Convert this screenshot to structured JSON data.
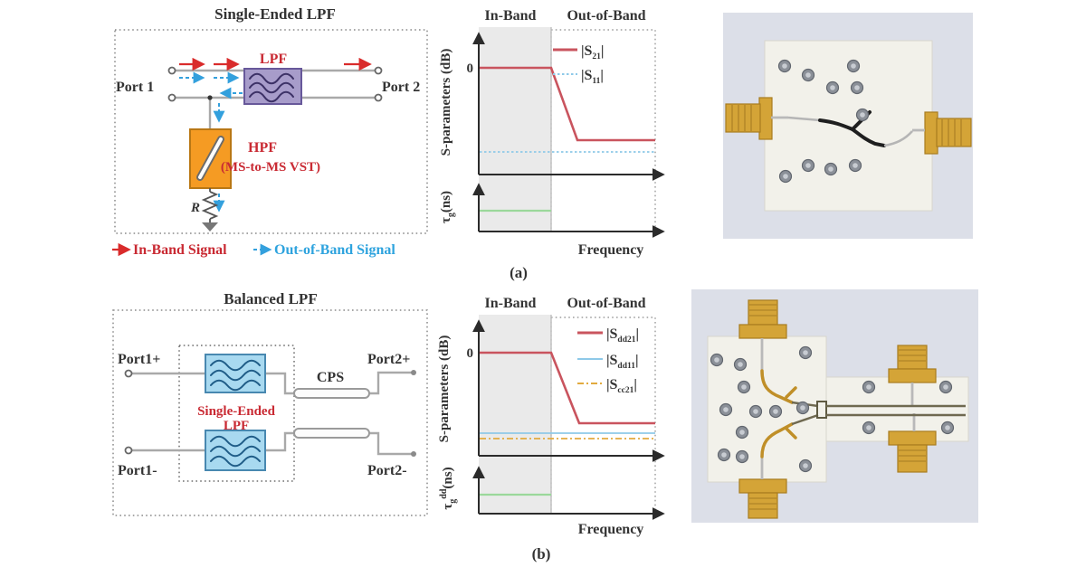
{
  "palette": {
    "accent_red": "#c92a33",
    "line_red": "#c9545e",
    "accent_blue": "#2ea3de",
    "line_blue_light": "#8ec9e8",
    "line_green": "#9bd89b",
    "line_orange": "#e2aa3e",
    "lpf_purple_fill": "#a79cca",
    "lpf_purple_border": "#67589a",
    "lpf_blue_fill": "#a8d9f0",
    "lpf_blue_border": "#4888b0",
    "hpf_orange_fill": "#f59b23",
    "hpf_orange_border": "#b97714",
    "inband_shade": "#eaeaea",
    "pcb_white": "#f2f1ea",
    "connector_gold": "#d4a437",
    "photo_backdrop": "#dcdfe8"
  },
  "panel_a": {
    "diagram": {
      "title": "Single-Ended LPF",
      "port1": "Port 1",
      "port2": "Port 2",
      "lpf_label": "LPF",
      "hpf_label": "HPF",
      "hpf_note": "(MS-to-MS VST)",
      "resistor_label": "R",
      "inband_legend": "In-Band Signal",
      "outband_legend": "Out-of-Band Signal"
    },
    "graph": {
      "region_inband": "In-Band",
      "region_outband": "Out-of-Band",
      "ylabel_s": "S-parameters (dB)",
      "tau_base": "τ",
      "tau_sub": "g",
      "tau_unit": "(ns)",
      "tick_zero": "0",
      "xlabel": "Frequency",
      "legend": [
        {
          "pre": "|S",
          "sub": "21",
          "post": "|"
        },
        {
          "pre": "|S",
          "sub": "11",
          "post": "|"
        }
      ]
    },
    "caption": "(a)",
    "photo": {
      "screws": [
        [
          72,
          61
        ],
        [
          98,
          71
        ],
        [
          125,
          85
        ],
        [
          152,
          85
        ],
        [
          148,
          61
        ],
        [
          158,
          115
        ],
        [
          98,
          171
        ],
        [
          123,
          175
        ],
        [
          150,
          171
        ],
        [
          73,
          183
        ]
      ]
    }
  },
  "panel_b": {
    "diagram": {
      "title": "Balanced LPF",
      "port1_plus": "Port1+",
      "port1_minus": "Port1-",
      "port2_plus": "Port2+",
      "port2_minus": "Port2-",
      "inner_line1": "Single-Ended",
      "inner_line2": "LPF",
      "cps_label": "CPS"
    },
    "graph": {
      "region_inband": "In-Band",
      "region_outband": "Out-of-Band",
      "ylabel_s": "S-parameters (dB)",
      "tau_base": "τ",
      "tau_sub": "g",
      "tau_sup": "dd",
      "tau_unit": "(ns)",
      "tick_zero": "0",
      "xlabel": "Frequency",
      "legend": [
        {
          "pre": "|S",
          "sub": "dd21",
          "post": "|"
        },
        {
          "pre": "|S",
          "sub": "dd11",
          "post": "|"
        },
        {
          "pre": "|S",
          "sub": "cc21",
          "post": "|"
        }
      ]
    },
    "caption": "(b)",
    "photo": {
      "screws": [
        [
          34,
          80
        ],
        [
          60,
          85
        ],
        [
          64,
          110
        ],
        [
          44,
          135
        ],
        [
          77,
          137
        ],
        [
          99,
          137
        ],
        [
          129,
          133
        ],
        [
          62,
          160
        ],
        [
          42,
          185
        ],
        [
          62,
          187
        ],
        [
          132,
          72
        ],
        [
          132,
          197
        ],
        [
          202,
          110
        ],
        [
          287,
          110
        ],
        [
          202,
          155
        ],
        [
          289,
          155
        ]
      ]
    }
  },
  "chart_data": [
    {
      "type": "line",
      "title": "Conceptual single-ended LPF response",
      "xlabel": "Frequency",
      "ylabel_top": "S-parameters (dB)",
      "ylabel_bottom": "τg (ns)",
      "regions": [
        "In-Band",
        "Out-of-Band"
      ],
      "yticks": [
        "0"
      ],
      "series": [
        {
          "name": "|S21|",
          "style": "solid",
          "color": "#c9545e",
          "behavior": "flat at 0 dB in-band, rolls off across the band edge to a low flat rejection level out-of-band"
        },
        {
          "name": "|S11|",
          "style": "dotted",
          "color": "#8ec9e8",
          "behavior": "constant low level across full band"
        },
        {
          "name": "group delay",
          "style": "solid",
          "color": "#9bd89b",
          "behavior": "flat, shown in-band only"
        }
      ]
    },
    {
      "type": "line",
      "title": "Conceptual balanced LPF response",
      "xlabel": "Frequency",
      "ylabel_top": "S-parameters (dB)",
      "ylabel_bottom": "τg dd (ns)",
      "regions": [
        "In-Band",
        "Out-of-Band"
      ],
      "yticks": [
        "0"
      ],
      "series": [
        {
          "name": "|Sdd21|",
          "style": "solid",
          "color": "#c9545e",
          "behavior": "flat at 0 dB in-band, rolls off to low flat level out-of-band"
        },
        {
          "name": "|Sdd11|",
          "style": "solid",
          "color": "#8ec9e8",
          "behavior": "constant low level across full band"
        },
        {
          "name": "|Scc21|",
          "style": "dash-dot",
          "color": "#e2aa3e",
          "behavior": "constant low level across full band, slightly below |Sdd11|"
        },
        {
          "name": "differential group delay",
          "style": "solid",
          "color": "#9bd89b",
          "behavior": "flat, shown in-band only"
        }
      ]
    }
  ]
}
